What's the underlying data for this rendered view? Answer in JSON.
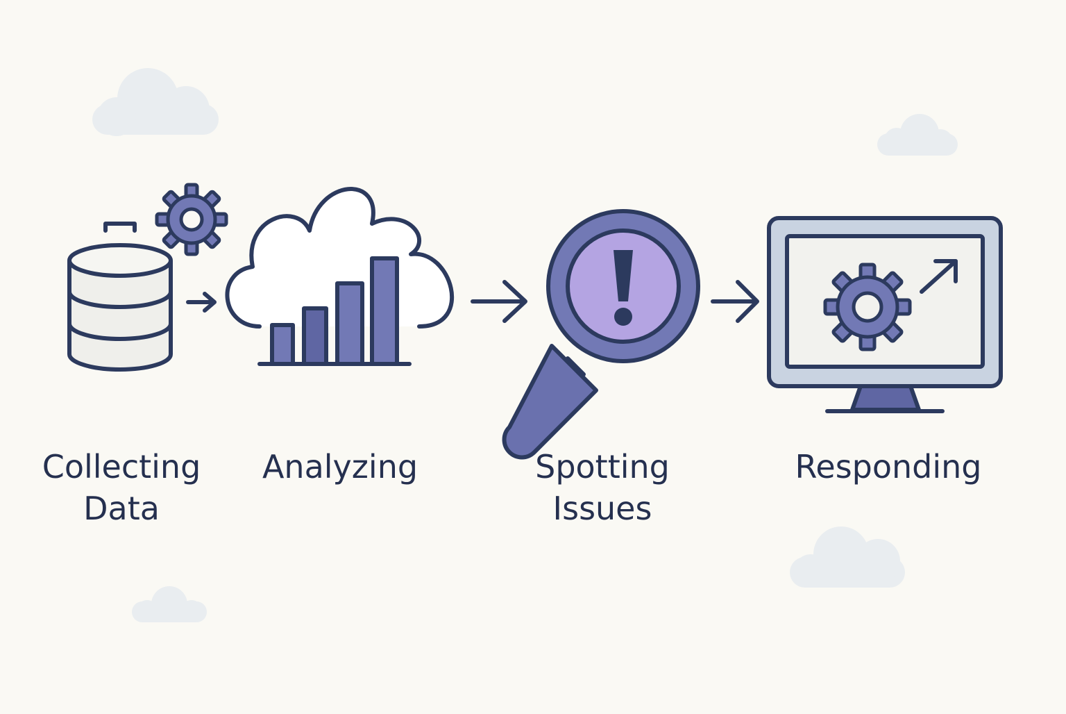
{
  "colors": {
    "background": "#FAF9F4",
    "outline": "#2C3A5E",
    "accent": "#7279B5",
    "accent_dark": "#5F66A3",
    "highlight": "#B4A4E2",
    "monitor_frame": "#C9D3E1",
    "panel": "#F2F2EE",
    "cloud_bg": "#E9EDF0"
  },
  "icons": {
    "collecting": [
      "database-icon",
      "gear-icon"
    ],
    "analyzing": [
      "cloud-icon",
      "bar-chart-icon"
    ],
    "spotting": [
      "magnifier-icon",
      "exclamation-icon"
    ],
    "responding": [
      "monitor-icon",
      "gear-icon",
      "arrow-up-right-icon"
    ]
  },
  "steps": [
    {
      "id": "collecting",
      "line1": "Collecting",
      "line2": "Data"
    },
    {
      "id": "analyzing",
      "line1": "Analyzing",
      "line2": ""
    },
    {
      "id": "spotting",
      "line1": "Spotting",
      "line2": "Issues"
    },
    {
      "id": "responding",
      "line1": "Responding",
      "line2": ""
    }
  ]
}
